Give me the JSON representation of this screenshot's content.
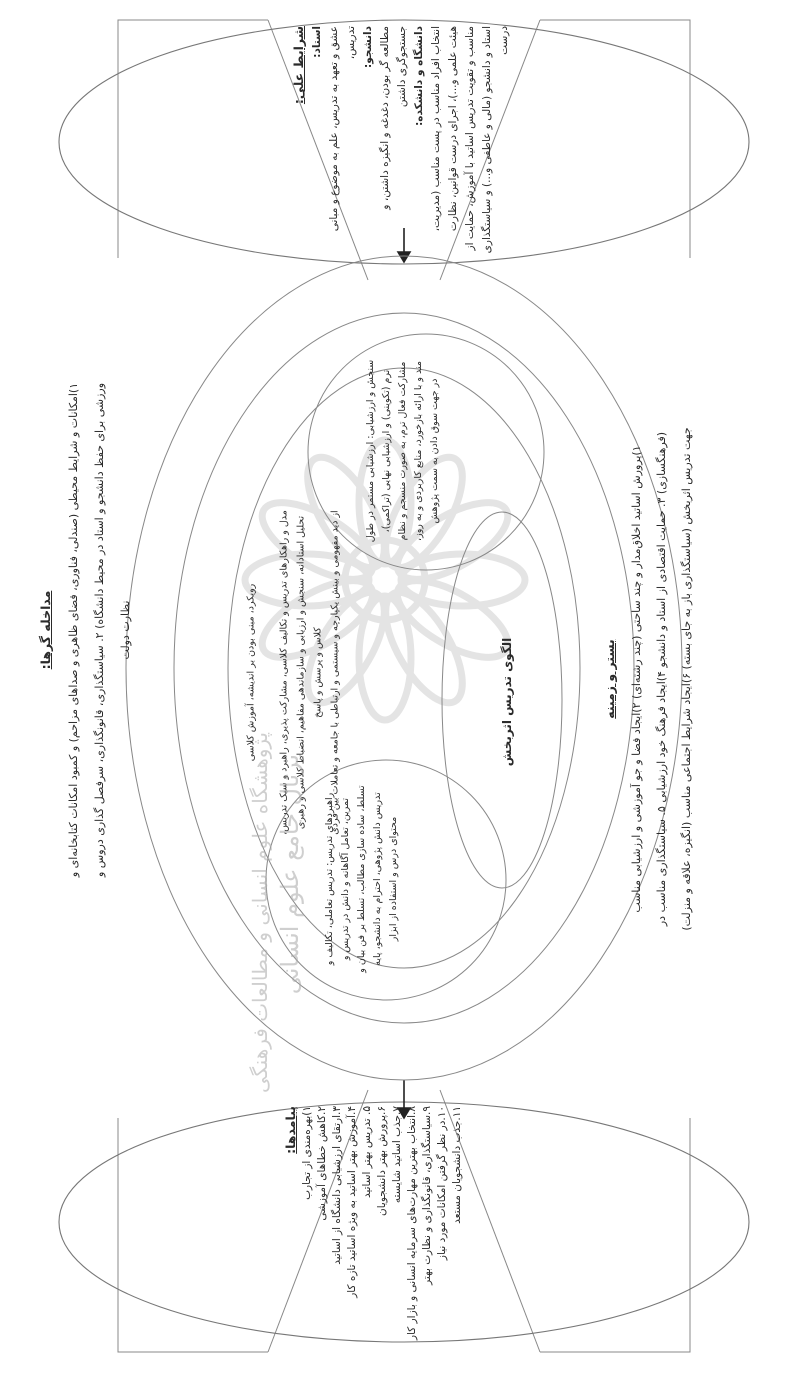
{
  "causal_conditions": {
    "title": "شرایط علی:",
    "lines": [
      {
        "text": "استاد:",
        "bold": true
      },
      {
        "text": "عشق و تعهد به تدریس، علم به موضوع و مبانی تدریس،",
        "bold": false
      },
      {
        "text": "دانشجو:",
        "bold": true
      },
      {
        "text": "مطالعه گر بودن، دغدغه و انگیزه داشتن، و جستجوگری داشتن",
        "bold": false
      },
      {
        "text": "دانشگاه و دانشکده:",
        "bold": true
      },
      {
        "text": "انتخاب افراد مناسب در پست مناسب (مدیریت، هیئت علمی و...)، اجرای درست قوانین، نظارت مناسب و تقویت تدریس اساتید با آموزش، حمایت از استاد و دانشجو (مالی و عاطفی و...) و سیاستگذاری درست",
        "bold": false
      }
    ]
  },
  "intervening_conditions": {
    "title": "مداخله گرها:",
    "lines": [
      "۱)امکانات و شرایط محیطی (صندلی، فناوری، فضای ظاهری و صداهای مزاحم) و کمبود امکانات کتابخانه‌ای و ورزشی برای حفظ دانشجو و استاد در محیط دانشگاه) ۲. سیاستگذاری، قانونگذاری، سرفصل گذاری دروس و نظارت دولت"
    ]
  },
  "context": {
    "title": "بستر و زمینه",
    "lines": [
      "۱)پرورش اساتید اخلاق‌مدار و چند ساحتی (چند رشته‌ای) ۲)ایجاد فضا و جو آموزشی و ارزشیابی مناسب (فرهنگسازی) ۳. حمایت اقتصادی از استاد و دانشجو ۴)ایجاد فرهنگ خود ارزشیابی ۵. سیاستگذاری مناسب در جهت تدریس اثربخش (سیاستگذاری باز به جای بسته) ۶)ایجاد شرایط اجتماعی مناسب (انگیزه، علاقه و منزلت)"
    ]
  },
  "consequences": {
    "title": "پیامدها:",
    "lines": [
      "۱)بهره‌مندی از تجارب",
      "۲.کاهش خطاهای آموزشی",
      "۳.ارتقای ارزشیابی دانشگاه از اساتید",
      "۴.آموزش بهتر اساتید به ویژه اساتید تازه کار",
      "۵. تدریس بهتر اساتید",
      "۶.پرورش بهتر دانشجویان",
      "۷.جذب اساتید شایسته",
      "۸.انتخاب بهترین مهارت‌های سرمایه انسانی و بازار کار",
      "۹.سیاستگذاری، قانونگذاری و نظارت بهتر",
      "۱۰.در نظر گرفتن امکانات مورد نیاز",
      "۱۱.جذب دانشجویان مستعد"
    ]
  },
  "core": {
    "title": "الگوی تدریس اثربخش",
    "main_text": [
      "رویکرد، مبنی بودن بر اندیشه، آموزش کلاسی",
      "مدل و راهکارهای تدریس و تکالیف کلاسی، مشارکت پذیری، راهبرد و سبک تدریس، تحلیل استادانه، سنجش و ارزیابی و سازماندهی مفاهیم، انضباط کلاسی و رهبری کلاس و پرسش و پاسخ",
      "از دید مفهومی و بینش یکپارچه و سیستمی و ارتباطی با جامعه و تعاملات بین فردی"
    ],
    "assessment": [
      "سنجش و ارزشیابی: ارزشیابی مستمر در طول ترم (تکوینی) و ارزشیابی نهایی (تراکمی)، مشارکت فعال ترم، به صورت منسجم و نظام مند و با ارائه بازخورد، منابع کاربردی و به روز، در جهت سوق دادن به سمت پژوهش"
    ],
    "skills": [
      "راهبردهای تدریس: تدریس تعاملی، تکالیف و تمرین، تعامل آگاهانه و دانش در تدریس و تسلط، ساده سازی مطالب، تسلط بر فن بیان و تدریس دانش پژوهی، احترام به دانشجو، پایه محتوای درس و استفاده از ابزار"
    ]
  },
  "watermark": {
    "line1": "پژوهشگاه علوم انسانی و مطالعات فرهنگی",
    "line2": "پرتال جامع علوم انسانی"
  }
}
